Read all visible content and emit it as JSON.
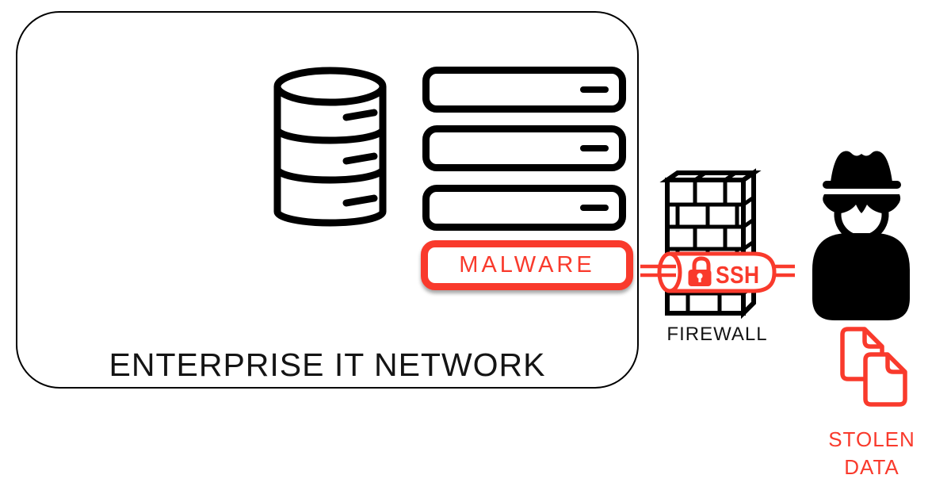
{
  "network": {
    "label": "ENTERPRISE IT NETWORK"
  },
  "malware": {
    "label": "MALWARE"
  },
  "firewall": {
    "label": "FIREWALL"
  },
  "tunnel": {
    "label": "SSH"
  },
  "attacker": {
    "stolen_label": "STOLEN DATA"
  },
  "icons": {
    "database": "database-icon",
    "servers": "server-rack-icons",
    "firewall": "brick-wall-icon",
    "tunnel": "ssh-tunnel-icon",
    "lock": "padlock-icon",
    "hacker": "hacker-icon",
    "documents": "stolen-documents-icon"
  },
  "colors": {
    "alert_red": "#f93a2c",
    "line_black": "#000000",
    "text_dark": "#141414",
    "background": "#ffffff"
  }
}
